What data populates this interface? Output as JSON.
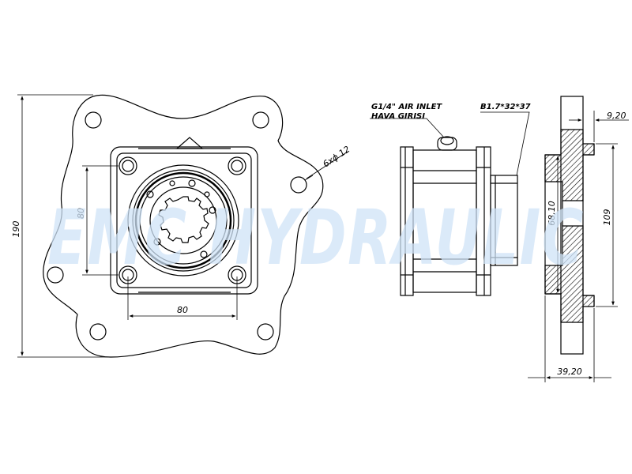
{
  "watermark": "EMC HYDRAULIC",
  "colors": {
    "line": "#000000",
    "watermark": "#cfe3f7",
    "hatch": "#000000"
  },
  "front_view": {
    "dim_overall_height": "190",
    "dim_square_height": "80",
    "dim_square_width": "80",
    "dim_holes": "6xϕ 12"
  },
  "side_view": {
    "air_inlet_line1": "G1/4\" AIR INLET",
    "air_inlet_line2": "HAVA GIRISI",
    "spline": "B1.7*32*37"
  },
  "section_view": {
    "dim_flange": "9,20",
    "dim_bore": "68,10",
    "dim_body": "109",
    "dim_length": "39,20"
  }
}
